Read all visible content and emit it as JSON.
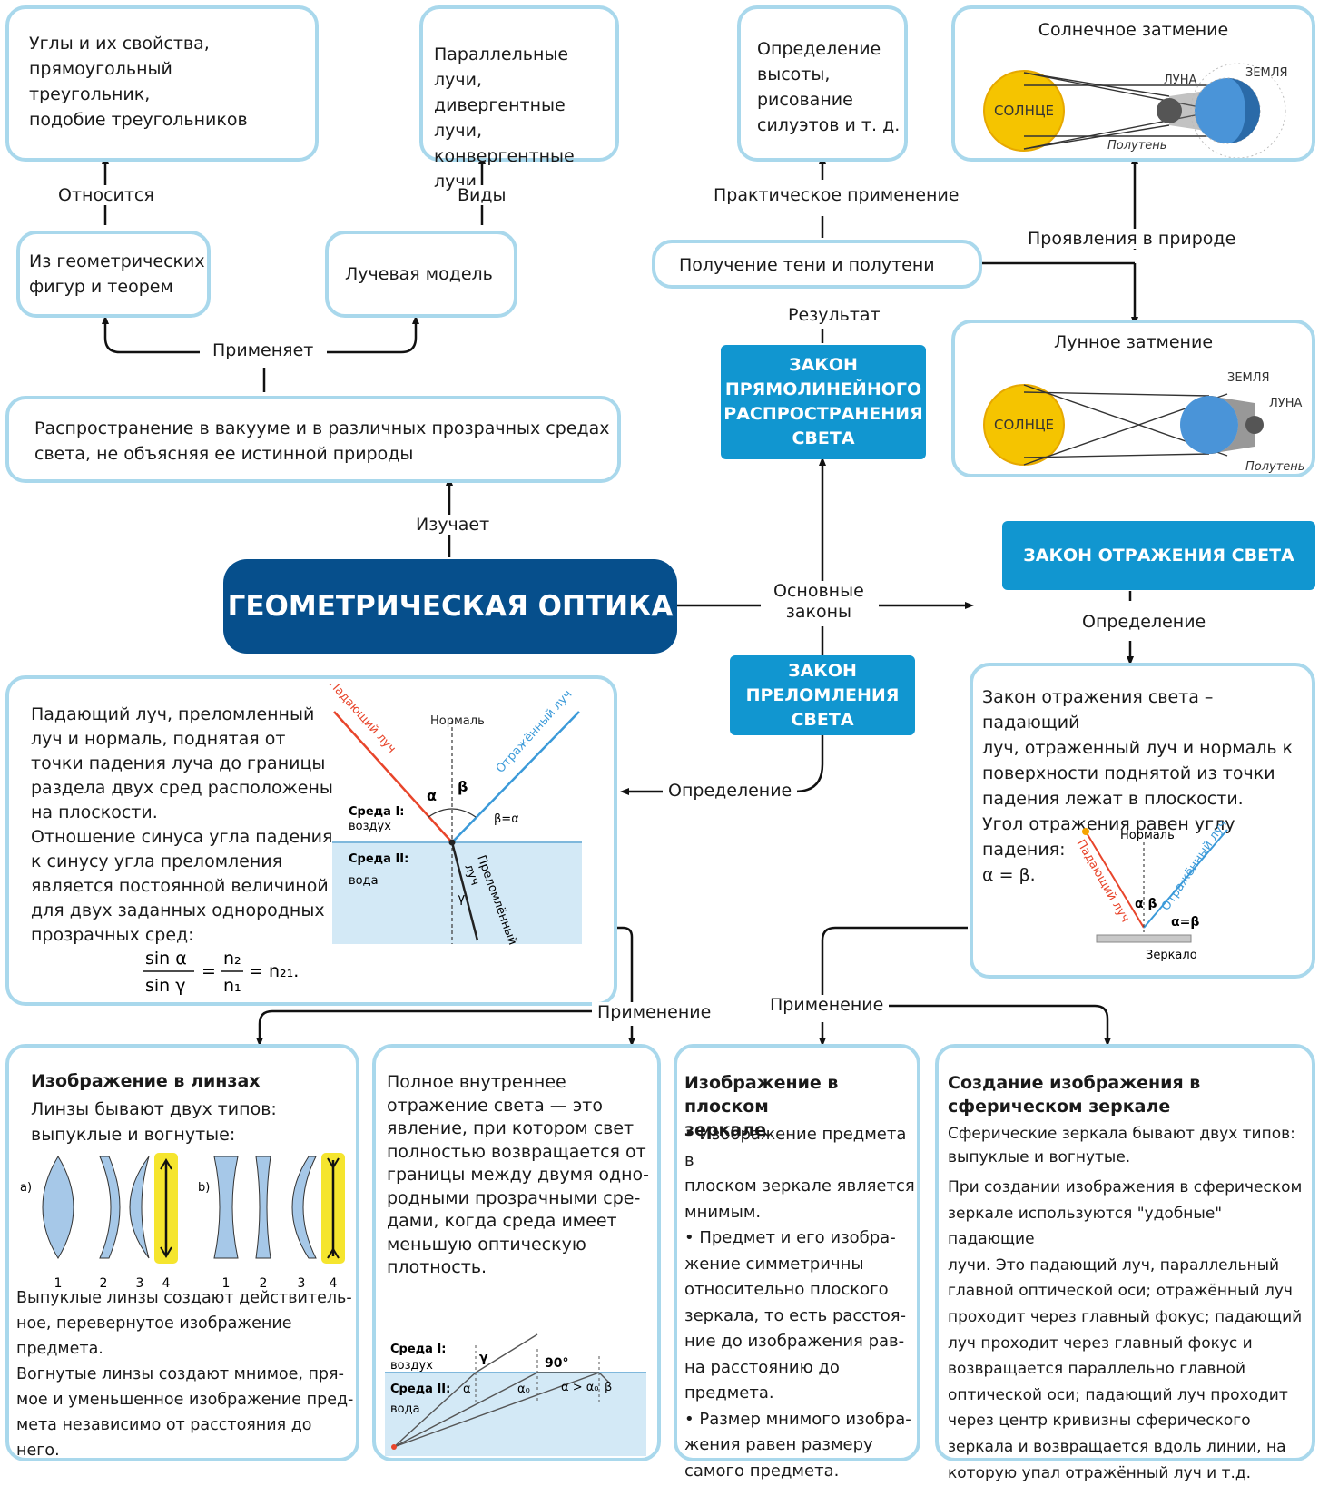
{
  "main_title": "ГЕОМЕТРИЧЕСКАЯ ОПТИКА",
  "connectors": {
    "studies": "Изучает",
    "applies": "Применяет",
    "relates": "Относится",
    "types": "Виды",
    "practical": "Практическое применение",
    "result": "Результат",
    "nature": "Проявления в природе",
    "main_laws": "Основные\nзаконы",
    "definition_left": "Определение",
    "definition_right": "Определение",
    "application_left": "Применение",
    "application_right": "Применение"
  },
  "boxes": {
    "angles": "Углы и их свойства,\nпрямоугольный\nтреугольник,\nподобие треугольников",
    "rays": "Параллельные лучи,\nдивергентные лучи,\nконвергентные лучи",
    "height": "Определение\nвысоты,\nрисование\nсилуэтов и т. д.",
    "figures": "Из геометрических\nфигур и теорем",
    "ray_model": "Лучевая модель",
    "shadow": "Получение тени и полутени",
    "propagation": "Распространение в вакууме и в различных прозрачных средах\nсвета, не объясняя ее истинной природы"
  },
  "laws": {
    "straight": "ЗАКОН\nПРЯМОЛИНЕЙНОГО\nРАСПРОСТРАНЕНИЯ\nСВЕТА",
    "refraction": "ЗАКОН\nПРЕЛОМЛЕНИЯ\nСВЕТА",
    "reflection": "ЗАКОН ОТРАЖЕНИЯ СВЕТА"
  },
  "solar_eclipse": {
    "title": "Солнечное затмение",
    "sun": "СОЛНЦЕ",
    "moon": "ЛУНА",
    "earth": "ЗЕМЛЯ",
    "penumbra": "Полутень"
  },
  "lunar_eclipse": {
    "title": "Лунное затмение",
    "sun": "СОЛНЦЕ",
    "moon": "ЛУНА",
    "earth": "ЗЕМЛЯ",
    "penumbra": "Полутень"
  },
  "refraction_box": {
    "text": "Падающий луч, преломленный\nлуч и нормаль, поднятая от\nточки падения луча до границы\nраздела двух сред расположены\nна плоскости.\nОтношение синуса угла падения\nк синусу угла преломления\nявляется постоянной величиной\nдля двух заданных однородных\nпрозрачных сред:",
    "f_sin_a": "sin α",
    "f_sin_g": "sin γ",
    "f_eq": "=",
    "f_n2": "n₂",
    "f_n1": "n₁",
    "f_n21": "= n₂₁.",
    "d_incident": "Падающий луч",
    "d_normal": "Нормаль",
    "d_reflected": "Отражённый луч",
    "d_alpha": "α",
    "d_beta": "β",
    "d_beta_eq": "β=α",
    "d_medium1": "Среда I:",
    "d_air": "воздух",
    "d_medium2": "Среда II:",
    "d_water": "вода",
    "d_refracted_1": "Преломлённый",
    "d_refracted_2": "луч",
    "d_gamma": "γ"
  },
  "reflection_box": {
    "text": "Закон отражения света – падающий\nлуч, отраженный луч и нормаль к\nповерхности поднятой из точки\nпадения лежат в плоскости.\nУгол отражения равен углу падения:\nα = β.",
    "d_normal": "Нормаль",
    "d_incident": "Падающий луч",
    "d_reflected": "Отражённый луч",
    "d_ab": "α β",
    "d_aeqb": "α=β",
    "d_mirror": "Зеркало"
  },
  "lenses_box": {
    "title": "Изображение в линзах",
    "intro": "Линзы бывают двух типов:\nвыпуклые и вогнутые:",
    "label_a": "а)",
    "label_b": "b)",
    "numbers_a": [
      "1",
      "2",
      "3",
      "4"
    ],
    "numbers_b": [
      "1",
      "2",
      "3",
      "4"
    ],
    "text": "Выпуклые линзы создают действитель-\nное, перевернутое изображение\nпредмета.\nВогнутые линзы создают мнимое, пря-\nмое и уменьшенное изображение пред-\nмета независимо от расстояния до него."
  },
  "total_reflection_box": {
    "text": "Полное внутреннее\nотражение света — это\nявление, при котором свет\nполностью возвращается от\nграницы между двумя одно-\nродными прозрачными сре-\nдами, когда среда имеет\nменьшую оптическую\nплотность.",
    "d_medium1": "Среда I:",
    "d_air": "воздух",
    "d_medium2": "Среда II:",
    "d_water": "вода",
    "d_gamma": "γ",
    "d_90": "90°",
    "d_alpha": "α",
    "d_alpha0": "α₀",
    "d_cond": "α > α₀",
    "d_beta": "β"
  },
  "plane_mirror_box": {
    "title": "Изображение в плоском\nзеркале",
    "text": "• Изображение предмета в\nплоском зеркале является\nмнимым.\n• Предмет и его изобра-\nжение симметричны\nотносительно плоского\nзеркала, то есть расстоя-\nние до изображения рав-\nна расстоянию до\nпредмета.\n• Размер мнимого изобра-\nжения равен размеру\nсамого предмета."
  },
  "spherical_mirror_box": {
    "title": "Создание изображения в\nсферическом зеркале",
    "text1": "Сферические зеркала бывают двух типов:\nвыпуклые и вогнутые.",
    "text2": "При создании изображения в сферическом\nзеркале используются \"удобные\" падающие\nлучи. Это падающий луч, параллельный\nглавной оптической оси; отражённый луч\nпроходит через главный фокус; падающий\nлуч проходит через главный фокус и\nвозвращается параллельно главной\nоптической оси; падающий луч проходит\nчерез центр кривизны сферического\nзеркала и возвращается вдоль линии, на\nкоторую упал отражённый луч и т.д."
  },
  "colors": {
    "border": "#a9d8ec",
    "main": "#064f8c",
    "law": "#1196d0",
    "sun": "#f5c400",
    "lens": "#a6c8e8",
    "water": "#d3e9f6"
  }
}
